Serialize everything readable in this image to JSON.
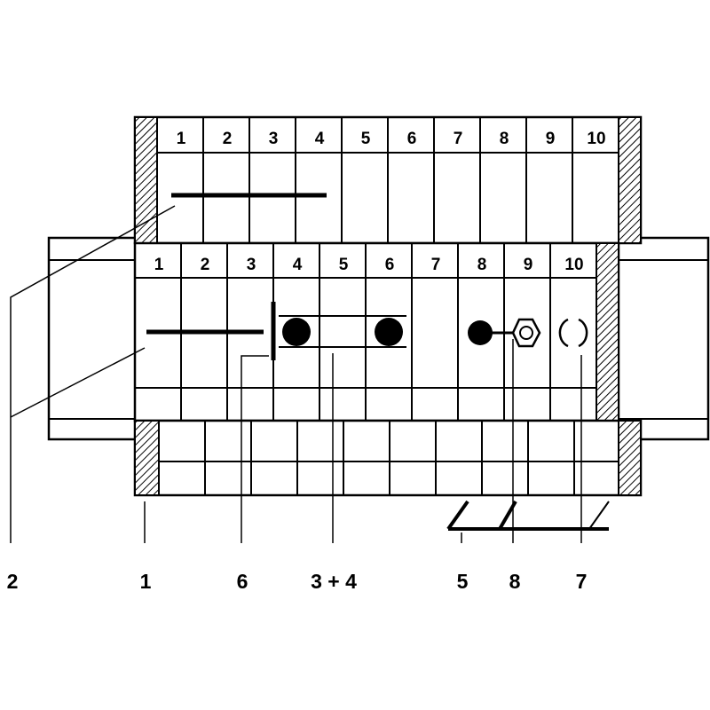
{
  "upper_strip": {
    "numbers": [
      "1",
      "2",
      "3",
      "4",
      "5",
      "6",
      "7",
      "8",
      "9",
      "10"
    ]
  },
  "lower_strip": {
    "numbers": [
      "1",
      "2",
      "3",
      "4",
      "5",
      "6",
      "7",
      "8",
      "9",
      "10"
    ]
  },
  "callouts": [
    "2",
    "1",
    "6",
    "3 + 4",
    "5",
    "8",
    "7"
  ],
  "colors": {
    "line": "#000000",
    "background": "#ffffff"
  }
}
